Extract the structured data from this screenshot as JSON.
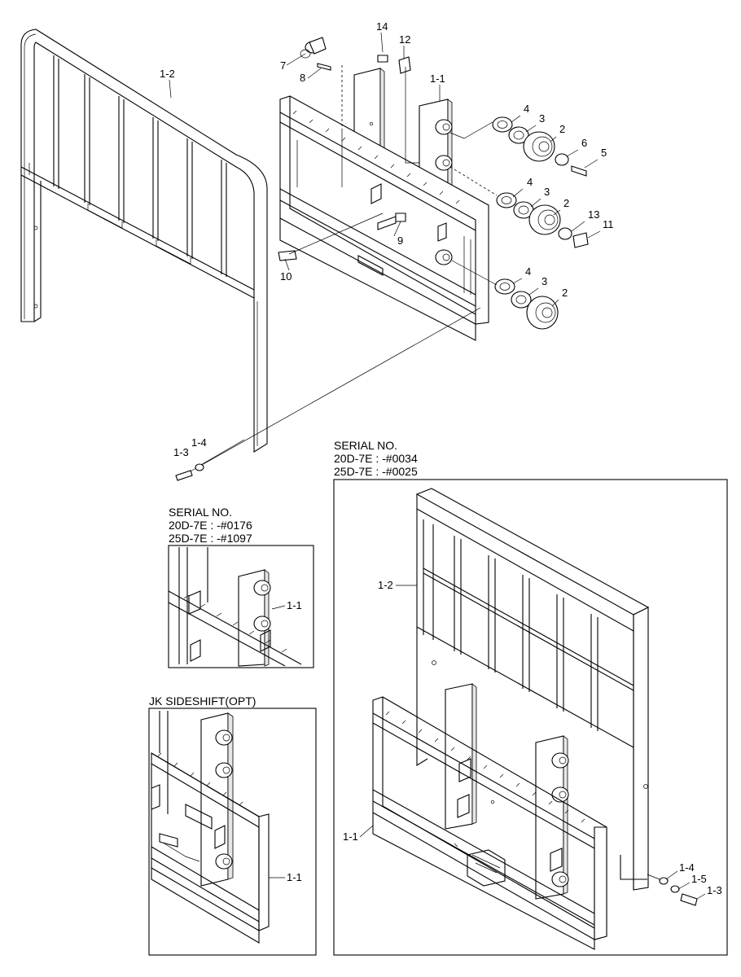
{
  "part_labels": {
    "p1_2": "1-2",
    "p1_1": "1-1",
    "p14": "14",
    "p12": "12",
    "p7": "7",
    "p8": "8",
    "p4a": "4",
    "p3a": "3",
    "p2a": "2",
    "p6": "6",
    "p5": "5",
    "p4b": "4",
    "p3b": "3",
    "p2b": "2",
    "p13": "13",
    "p11": "11",
    "p9": "9",
    "p10": "10",
    "p4c": "4",
    "p3c": "3",
    "p2c": "2",
    "p1_4": "1-4",
    "p1_3": "1-3"
  },
  "inset_left_top": {
    "header": [
      "SERIAL NO.",
      "20D-7E : -#0176",
      "25D-7E : -#1097"
    ],
    "label_1_1": "1-1"
  },
  "inset_jk": {
    "header": "JK SIDESHIFT(OPT)",
    "label_1_1": "1-1"
  },
  "inset_right": {
    "header": [
      "SERIAL NO.",
      "20D-7E : -#0034",
      "25D-7E : -#0025"
    ],
    "label_1_2": "1-2",
    "label_1_1": "1-1",
    "label_1_4": "1-4",
    "label_1_5": "1-5",
    "label_1_3": "1-3"
  }
}
